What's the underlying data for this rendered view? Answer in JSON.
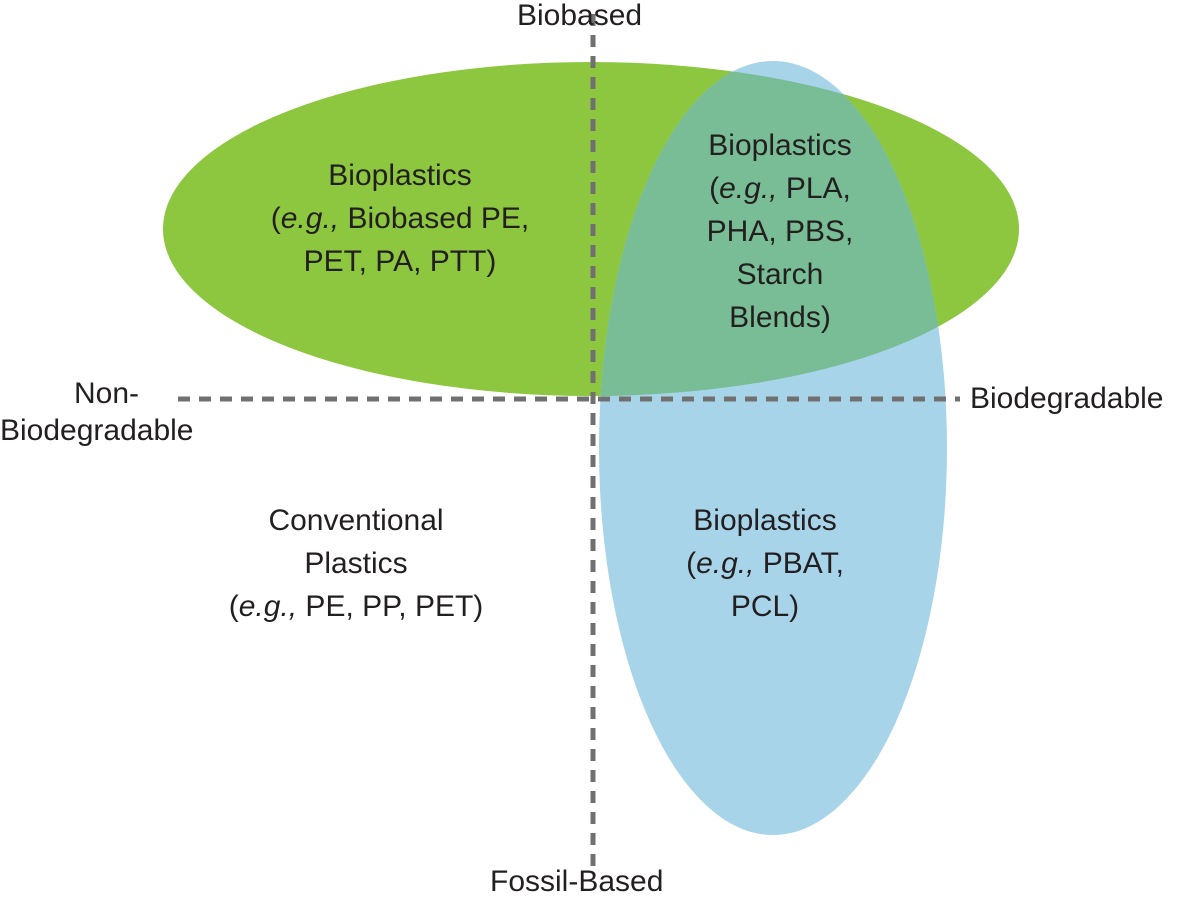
{
  "colors": {
    "biobased_region": "#8dc63f",
    "biodegradable_region": "#a8d4ea",
    "overlap_region": "#78bd95",
    "axis_line": "#707070",
    "text": "#231f20"
  },
  "axes": {
    "top": "Biobased",
    "bottom": "Fossil-Based",
    "left_line1": "Non-",
    "left_line2": "Biodegradable",
    "right": "Biodegradable"
  },
  "regions": {
    "biobased_nonbiodegradable": {
      "line1": "Bioplastics",
      "eg": "e.g.,",
      "line2_rest": " Biobased PE,",
      "line3": "PET, PA, PTT)"
    },
    "biobased_biodegradable": {
      "line1": "Bioplastics",
      "eg": "e.g.,",
      "line2_rest": " PLA,",
      "line3": "PHA, PBS,",
      "line4": "Starch",
      "line5": "Blends)"
    },
    "fossil_nonbiodegradable": {
      "line1": "Conventional",
      "line2": "Plastics",
      "eg": "e.g.,",
      "line3_rest": " PE, PP, PET)"
    },
    "fossil_biodegradable": {
      "line1": "Bioplastics",
      "eg": "e.g.,",
      "line2_rest": " PBAT,",
      "line3": "PCL)"
    }
  }
}
